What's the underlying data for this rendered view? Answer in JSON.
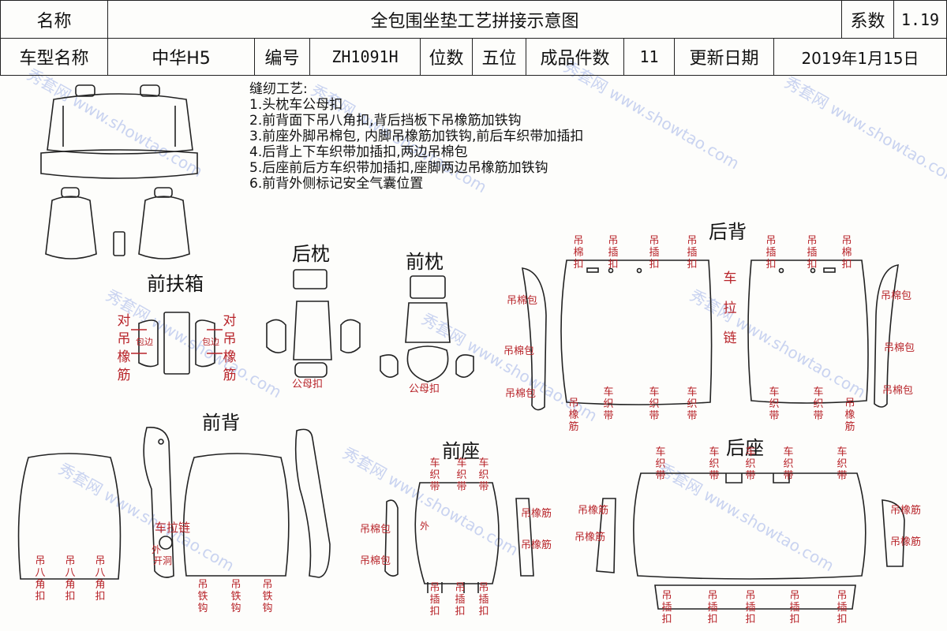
{
  "header": {
    "name_label": "名称",
    "title": "全包围坐垫工艺拼接示意图",
    "coef_label": "系数",
    "coef_value": "1.19",
    "model_label": "车型名称",
    "model_value": "中华H5",
    "code_label": "编号",
    "code_value": "ZH1091H",
    "seats_label": "位数",
    "seats_value": "五位",
    "pieces_label": "成品件数",
    "pieces_value": "11",
    "update_label": "更新日期",
    "update_value": "2019年1月15日"
  },
  "notes": {
    "heading": "缝纫工艺:",
    "items": [
      "1.头枕车公母扣",
      "2.前背面下吊八角扣,背后挡板下吊橡筋加铁钩",
      "3.前座外脚吊棉包, 内脚吊橡筋加铁钩,前后车织带加插扣",
      "4.后背上下车织带加插扣,两边吊棉包",
      "5.后座前后方车织带加插扣,座脚两边吊橡筋加铁钩",
      "6.前背外侧标记安全气囊位置"
    ]
  },
  "sections": {
    "front_armrest": "前扶箱",
    "rear_headrest": "后枕",
    "front_headrest": "前枕",
    "rear_back": "后背",
    "front_back": "前背",
    "front_seat": "前座",
    "rear_seat": "后座"
  },
  "labels": {
    "dui_diao_xiangjin": "对吊橡筋",
    "bao_bian": "包边",
    "gong_mu_kou": "公母扣",
    "diao_mian_kou": "吊棉扣",
    "diao_cha_kou": "吊插扣",
    "diao_mian_bao": "吊棉包",
    "che_la_lian": "车拉链",
    "diao_xiangjin": "吊橡筋",
    "che_zhi_dai": "车织带",
    "diao_ba_jiao_kou": "吊八角扣",
    "diao_tie_gou": "吊铁钩",
    "wai": "外",
    "kai_dong": "开洞"
  },
  "watermark": "秀套网 www.showtao.com",
  "colors": {
    "line": "#222222",
    "label_red": "#b8242a",
    "watermark": "#c9d3f0"
  }
}
